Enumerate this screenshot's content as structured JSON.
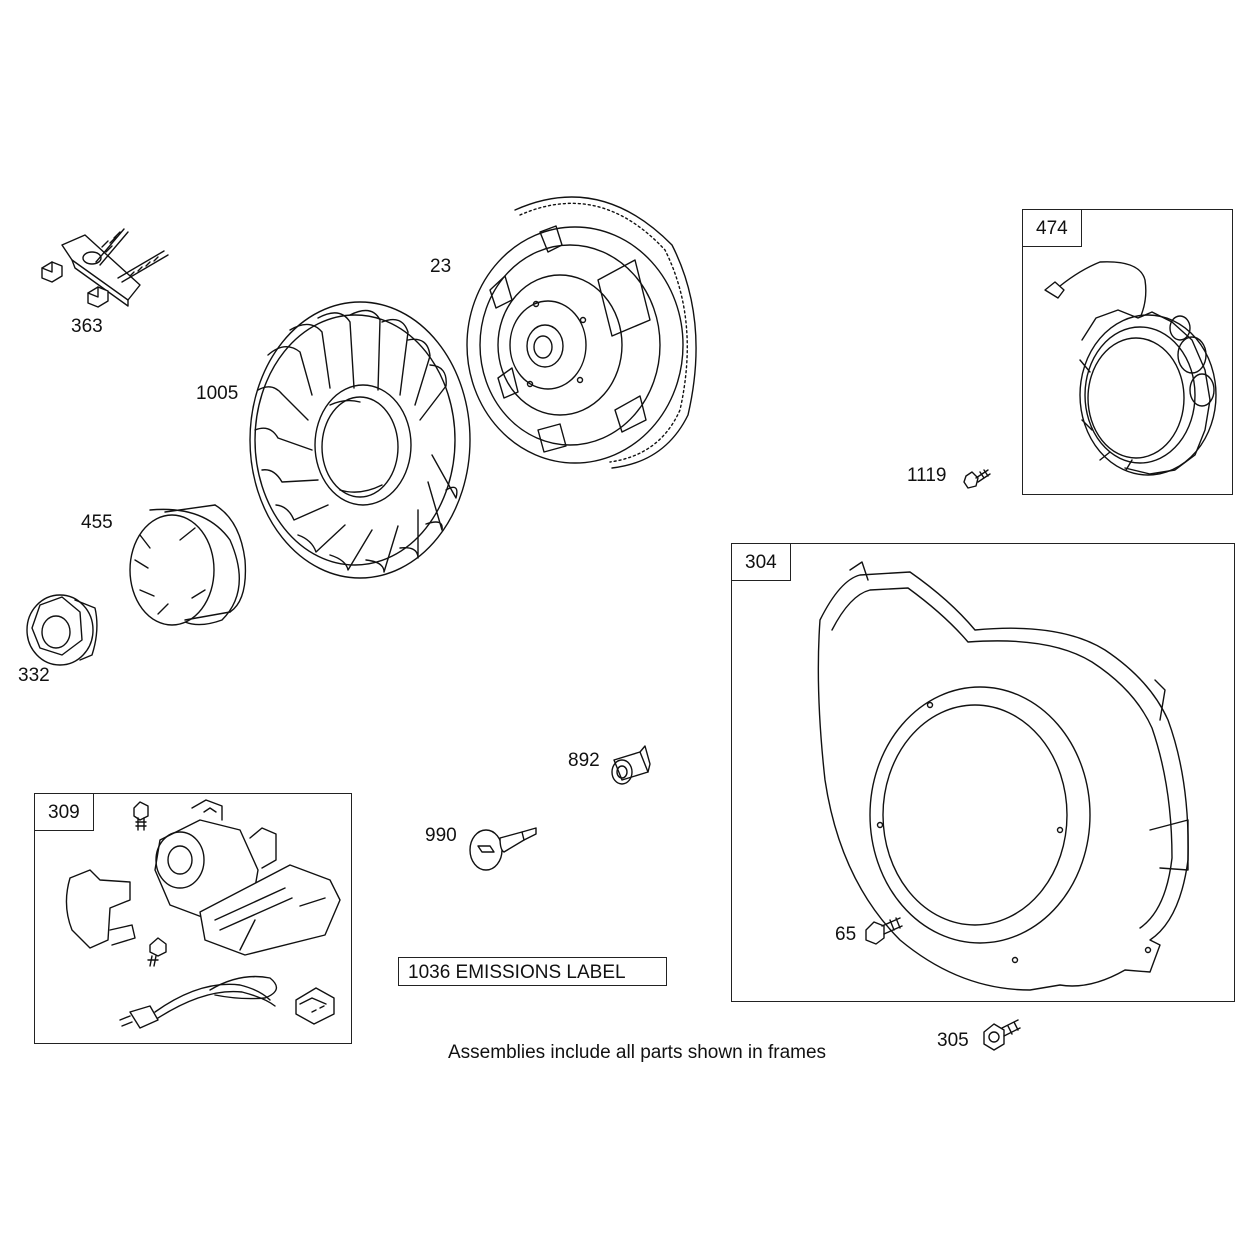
{
  "parts": {
    "p363": "363",
    "p23": "23",
    "p1005": "1005",
    "p455": "455",
    "p332": "332",
    "p1119": "1119",
    "p892": "892",
    "p990": "990",
    "p65": "65",
    "p305": "305"
  },
  "frames": {
    "f474": "474",
    "f304": "304",
    "f309": "309"
  },
  "emissions_label": "1036 EMISSIONS LABEL",
  "footnote": "Assemblies include all parts shown in frames"
}
